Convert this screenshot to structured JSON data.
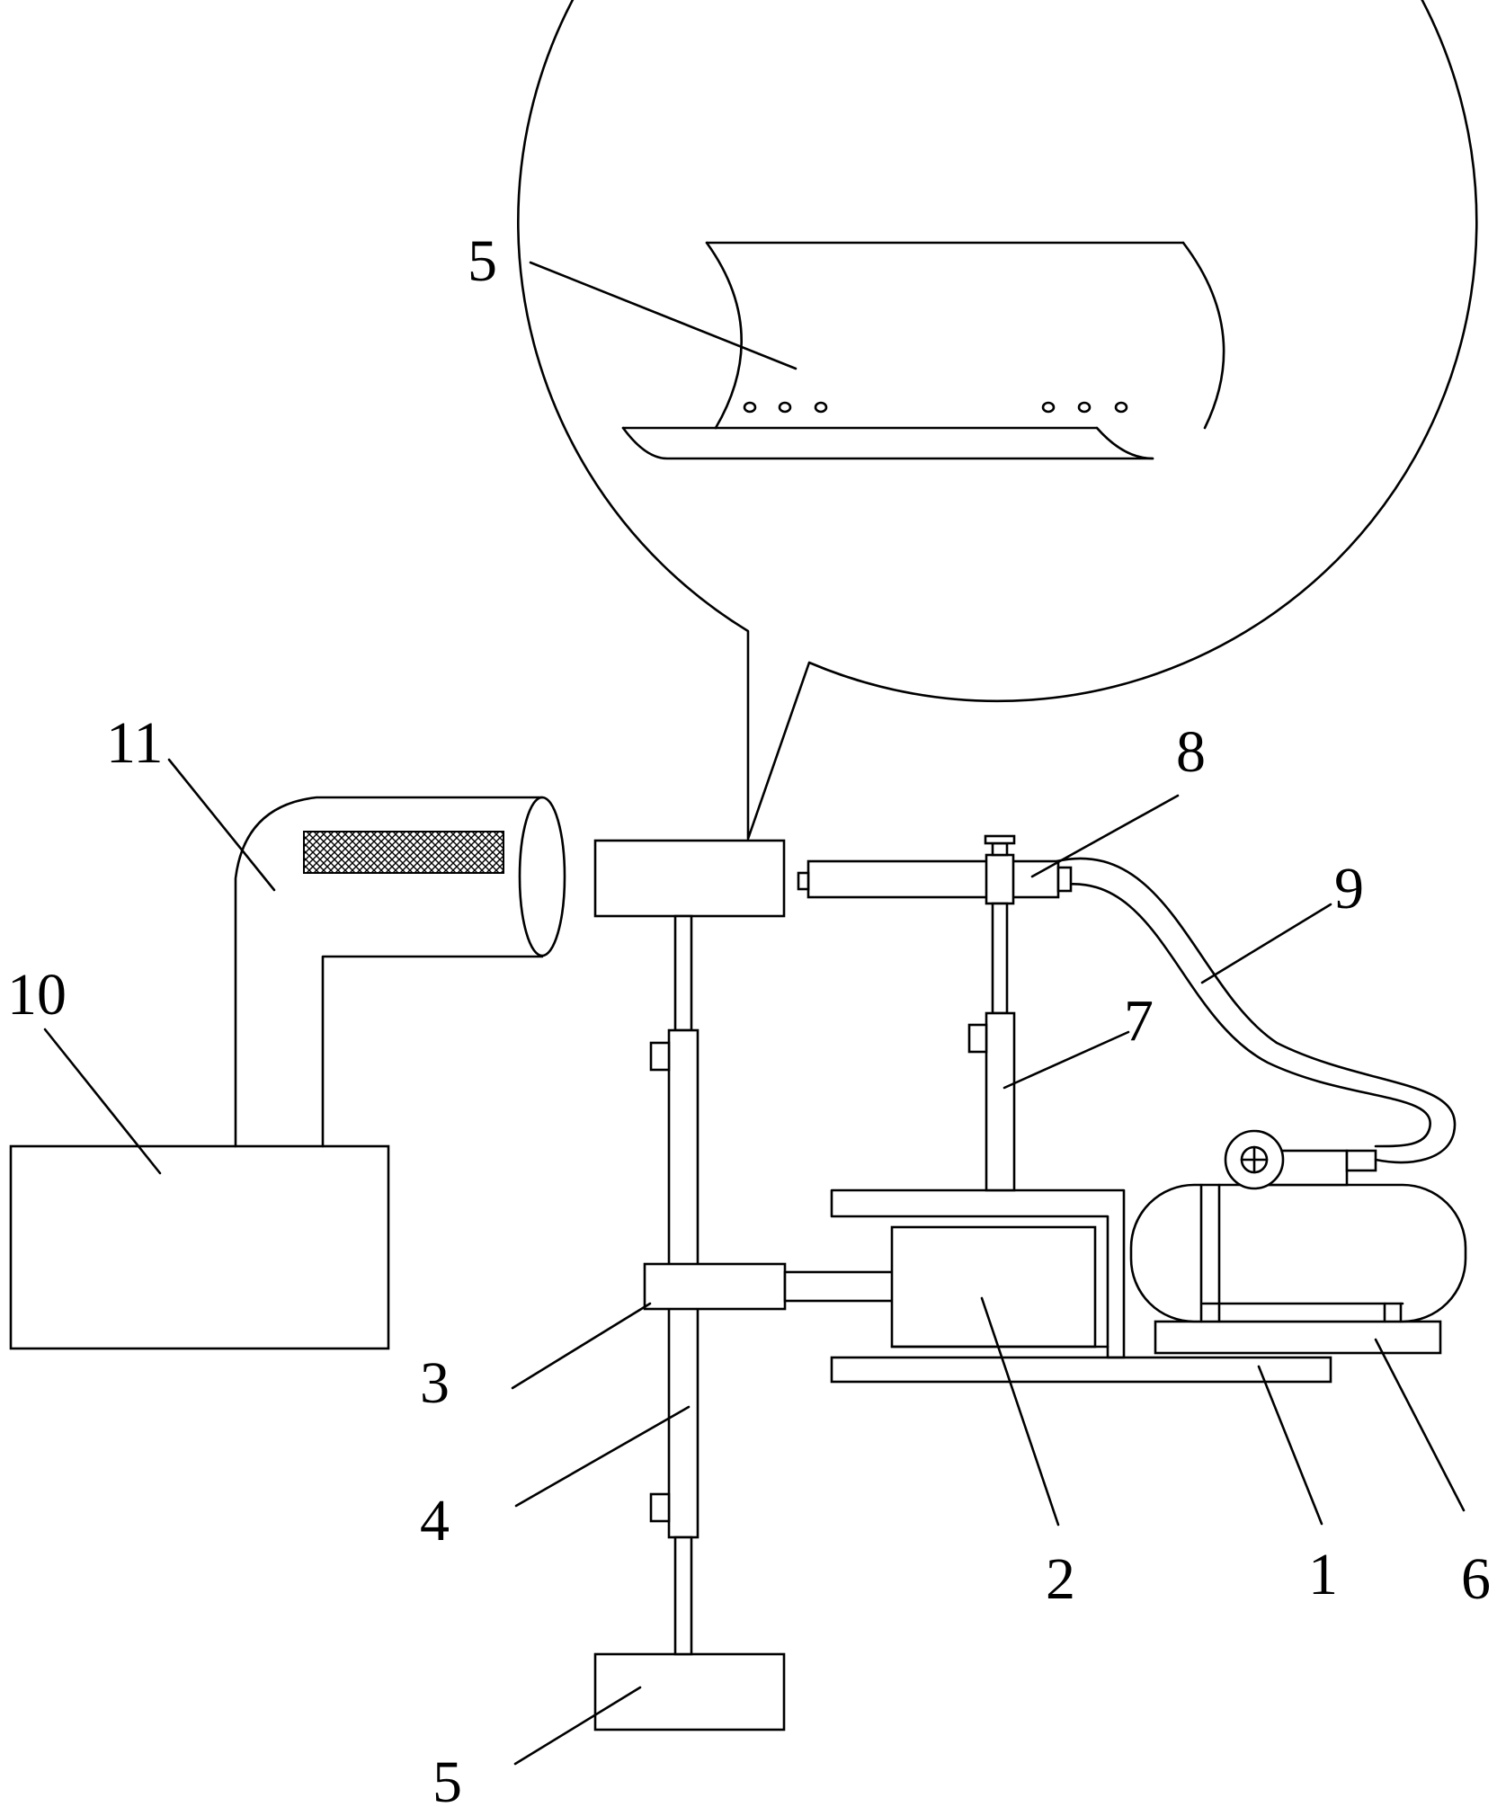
{
  "labels": {
    "l1": "1",
    "l2": "2",
    "l3": "3",
    "l4": "4",
    "l5_top": "5",
    "l5_bottom": "5",
    "l6": "6",
    "l7": "7",
    "l8": "8",
    "l9": "9",
    "l10": "10",
    "l11": "11"
  }
}
